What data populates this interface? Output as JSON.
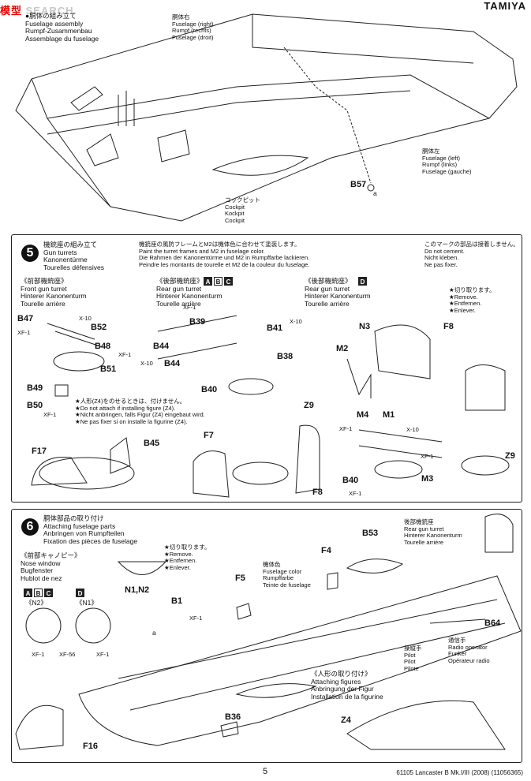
{
  "header": {
    "watermark_left": "模型",
    "watermark_right": "SEARCH",
    "brand": "TAMIYA"
  },
  "top": {
    "assembly_title": [
      "●胴体の組み立て",
      "Fuselage assembly",
      "Rumpf-Zusammenbau",
      "Assemblage du fuselage"
    ],
    "fuselage_right": [
      "胴体右",
      "Fuselage (right)",
      "Rumpf (rechts)",
      "Fuselage (droit)"
    ],
    "fuselage_left": [
      "胴体左",
      "Fuselage (left)",
      "Rumpf (links)",
      "Fuselage (gauche)"
    ],
    "cockpit": [
      "コックピット",
      "Cockpit",
      "Kockpit",
      "Cockpit"
    ],
    "part_b57": "B57",
    "marker_a": "a"
  },
  "step5": {
    "number": "5",
    "title": [
      "機銃座の組み立て",
      "Gun turrets",
      "Kanonentürme",
      "Tourelles défensives"
    ],
    "paint_note": [
      "機銃座の風防フレームとM2は機体色に合わせて塗装します。",
      "Paint the turret frames and M2 in fuselage color.",
      "Die Rahmen der Kanonentürme und M2 in Rumpffarbe lackieren.",
      "Peindre les montants de tourelle et M2 de la couleur du fuselage."
    ],
    "no_cement": [
      "このマークの部品は接着しません。",
      "Do not cement.",
      "Nicht kleben.",
      "Ne pas fixer."
    ],
    "front_turret": [
      "《前部機銃座》",
      "Front gun turret",
      "Hinterer Kanonenturm",
      "Tourelle arrière"
    ],
    "rear_turret_abc": [
      "《後部機銃座》",
      "Rear gun turret",
      "Hinterer Kanonenturm",
      "Tourelle arrière"
    ],
    "rear_turret_d": [
      "《後部機銃座》",
      "Rear gun turret",
      "Hinterer Kanonenturm",
      "Tourelle arrière"
    ],
    "versions_abc": [
      "A",
      "B",
      "C"
    ],
    "versions_d": [
      "D"
    ],
    "remove_note": [
      "★切り取ります。",
      "★Remove.",
      "★Entfernen.",
      "★Enlever."
    ],
    "figure_note": [
      "★人形(Z4)をのせるときは、付けません。",
      "★Do not attach if installing figure (Z4).",
      "★Nicht anbringen, falls Figur (Z4) eingebaut wird.",
      "★Ne pas fixer si on installe la figurine (Z4)."
    ],
    "parts": [
      "B47",
      "XF-1",
      "X-10",
      "B52",
      "B48",
      "XF-1",
      "B51",
      "B49",
      "B50",
      "XF-1",
      "B45",
      "F17",
      "XF-1",
      "B39",
      "B41",
      "X-10",
      "B44",
      "X-10",
      "B44",
      "B38",
      "B40",
      "F7",
      "Z9",
      "F8",
      "N3",
      "F8",
      "M2",
      "M4",
      "M1",
      "XF-1",
      "X-10",
      "XF-1",
      "M3",
      "B40",
      "XF-1",
      "Z9"
    ]
  },
  "step6": {
    "number": "6",
    "title": [
      "胴体部品の取り付け",
      "Attaching fuselage parts",
      "Anbringen von Rumpfteilen",
      "Fixation des pièces de fuselage"
    ],
    "nose_window": [
      "《前部キャノピー》",
      "Nose window",
      "Bugfenster",
      "Hublot de nez"
    ],
    "remove_note": [
      "★切り取ります。",
      "★Remove.",
      "★Entfernen.",
      "★Enlever."
    ],
    "fuselage_color": [
      "機体色",
      "Fuselage color",
      "Rumpffarbe",
      "Teinte de fuselage"
    ],
    "rear_turret": [
      "後部機銃座",
      "Rear gun turret",
      "Hinterer Kanonenturm",
      "Tourelle arrière"
    ],
    "attaching_figures": [
      "《人形の取り付け》",
      "Attaching figures",
      "Anbringung der Figur",
      "Installation de la figurine"
    ],
    "crew_left": [
      "操縦手",
      "Pilot",
      "Pilot",
      "Pilote"
    ],
    "crew_right": [
      "通信手",
      "Radio operator",
      "Funker",
      "Opérateur radio"
    ],
    "versions_abc": [
      "A",
      "B",
      "C"
    ],
    "versions_d": [
      "D"
    ],
    "label_n2": "《N2》",
    "label_n1": "《N1》",
    "parts": [
      "N1,N2",
      "B1",
      "XF-1",
      "a",
      "F5",
      "F4",
      "B53",
      "B64",
      "XF-1",
      "XF-56",
      "XF-1",
      "F16",
      "B36",
      "Z4"
    ]
  },
  "footer": {
    "page": "5",
    "code": "61105 Lancaster B Mk.I/III (2008) (11056365)"
  }
}
